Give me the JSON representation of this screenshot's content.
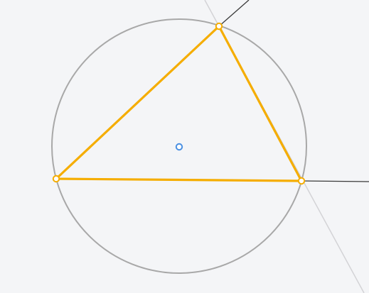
{
  "canvas": {
    "background": "#f4f5f7"
  },
  "diagram": {
    "type": "geometry-construction",
    "shapes": [
      {
        "kind": "circle",
        "name": "circumcircle",
        "color": "#a8a8a8"
      },
      {
        "kind": "triangle",
        "name": "inscribed-triangle",
        "color": "#f5ad00"
      },
      {
        "kind": "point",
        "name": "circle-center",
        "color": "#4a90e2"
      },
      {
        "kind": "point",
        "name": "triangle-vertex-top",
        "color": "#f5ad00"
      },
      {
        "kind": "point",
        "name": "triangle-vertex-left",
        "color": "#f5ad00"
      },
      {
        "kind": "point",
        "name": "triangle-vertex-right",
        "color": "#f5ad00"
      },
      {
        "kind": "ray",
        "name": "ray-from-top-vertex",
        "color": "#3a3a3a"
      },
      {
        "kind": "ray",
        "name": "ray-from-right-vertex",
        "color": "#3a3a3a"
      },
      {
        "kind": "line",
        "name": "faint-extension-line",
        "color": "#d3d3d6"
      }
    ]
  }
}
